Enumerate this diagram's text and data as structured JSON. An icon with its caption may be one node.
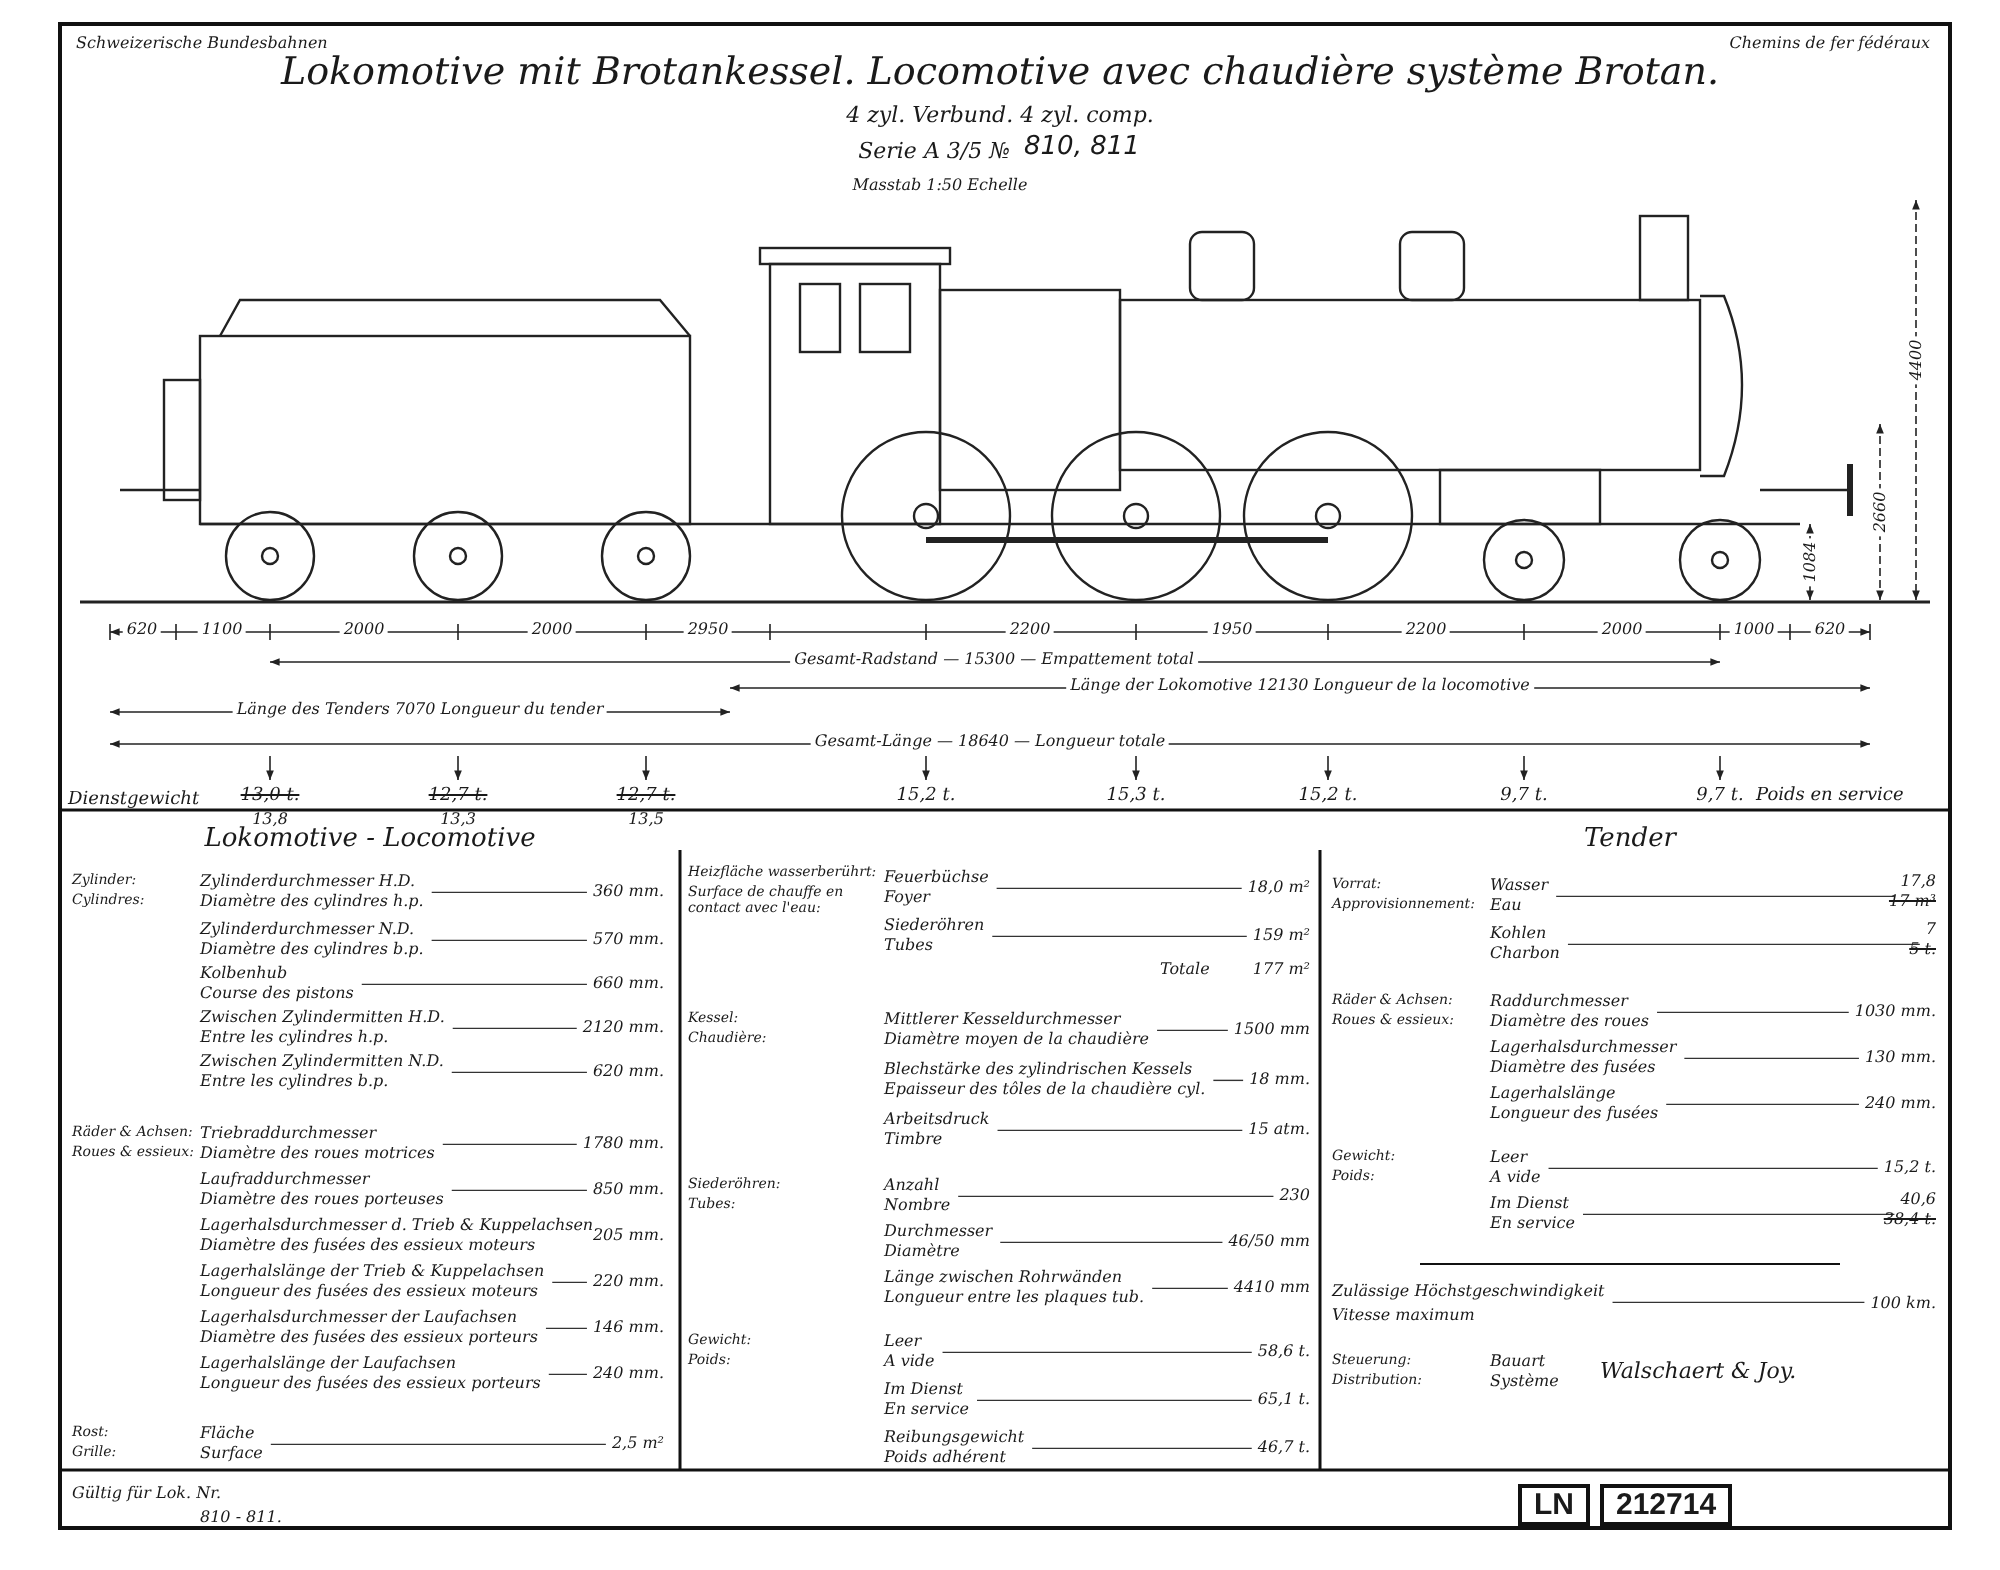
{
  "diagram": {
    "title": "Lokomotive mit Brotankessel. Locomotive avec chaudière système Brotan.",
    "labels": [
      "Schweizerische Bundesbahnen",
      "Chemins de fer fédéraux",
      "4 zyl. Verbund. 4 zyl. comp.",
      "Serie A 3/5 №",
      "810, 811",
      "Masstab 1:50 Echelle",
      "620",
      "1100",
      "2000",
      "2000",
      "2950",
      "2200",
      "1950",
      "2200",
      "2000",
      "1000",
      "620",
      "Gesamt-Radstand — 15300 — Empattement total",
      "Länge der Lokomotive 12130 Longueur de la locomotive",
      "Länge des Tenders 7070 Longueur du tender",
      "Gesamt-Länge — 18640 — Longueur totale",
      "1084",
      "2660",
      "4400",
      "Dienstgewicht",
      "13,0 t.",
      "13,8",
      "12,7 t.",
      "13,3",
      "12,7 t.",
      "13,5",
      "15,2 t.",
      "15,3 t.",
      "15,2 t.",
      "9,7 t.",
      "9,7 t.",
      "Poids en service",
      "Lokomotive - Locomotive",
      "Zylinder:",
      "Cylindres:",
      "Zylinderdurchmesser H.D.",
      "Diamètre des cylindres h.p.",
      "360 mm.",
      "Zylinderdurchmesser N.D.",
      "Diamètre des cylindres b.p.",
      "570 mm.",
      "Kolbenhub",
      "Course des pistons",
      "660 mm.",
      "Zwischen Zylindermitten H.D.",
      "Entre les cylindres h.p.",
      "2120 mm.",
      "Zwischen Zylindermitten N.D.",
      "Entre les cylindres b.p.",
      "620 mm.",
      "Räder & Achsen:",
      "Roues & essieux:",
      "Triebraddurchmesser",
      "Diamètre des roues motrices",
      "1780 mm.",
      "Laufraddurchmesser",
      "Diamètre des roues porteuses",
      "850 mm.",
      "Lagerhalsdurchmesser d. Trieb & Kuppelachsen",
      "Diamètre des fusées des essieux moteurs",
      "205 mm.",
      "Lagerhalslänge der Trieb & Kuppelachsen",
      "Longueur des fusées des essieux moteurs",
      "220 mm.",
      "Lagerhalsdurchmesser der Laufachsen",
      "Diamètre des fusées des essieux porteurs",
      "146 mm.",
      "Lagerhalslänge der Laufachsen",
      "Longueur des fusées des essieux porteurs",
      "240 mm.",
      "Rost:",
      "Grille:",
      "Fläche",
      "Surface",
      "2,5 m²",
      "Gültig für Lok. Nr.",
      "810 - 811.",
      "Heizfläche wasserberührt:",
      "Surface de chauffe en contact avec l'eau:",
      "Feuerbüchse",
      "Foyer",
      "18,0 m²",
      "Siederöhren",
      "Tubes",
      "159 m²",
      "Totale",
      "177 m²",
      "Kessel:",
      "Chaudière:",
      "Mittlerer Kesseldurchmesser",
      "Diamètre moyen de la chaudière",
      "1500 mm",
      "Blechstärke des zylindrischen Kessels",
      "Epaisseur des tôles de la chaudière cyl.",
      "18 mm.",
      "Arbeitsdruck",
      "Timbre",
      "15 atm.",
      "Siederöhren:",
      "Tubes:",
      "Anzahl",
      "Nombre",
      "230",
      "Durchmesser",
      "Diamètre",
      "46/50 mm",
      "Länge zwischen Rohrwänden",
      "Longueur entre les plaques tub.",
      "4410 mm",
      "Gewicht:",
      "Poids:",
      "Leer",
      "A vide",
      "58,6 t.",
      "Im Dienst",
      "En service",
      "65,1 t.",
      "Reibungsgewicht",
      "Poids adhérent",
      "46,7 t.",
      "Tender",
      "Vorrat:",
      "Approvisionnement:",
      "Wasser",
      "Eau",
      "17,8",
      "17 m³",
      "Kohlen",
      "Charbon",
      "7",
      "5 t.",
      "Räder & Achsen:",
      "Roues & essieux:",
      "Raddurchmesser",
      "Diamètre des roues",
      "1030 mm.",
      "Lagerhalsdurchmesser",
      "Diamètre des fusées",
      "130 mm.",
      "Lagerhalslänge",
      "Longueur des fusées",
      "240 mm.",
      "Gewicht:",
      "Poids:",
      "Leer",
      "A vide",
      "15,2 t.",
      "Im Dienst",
      "En service",
      "40,6",
      "38,4 t.",
      "Zulässige Höchstgeschwindigkeit",
      "Vitesse maximum",
      "100 km.",
      "Steuerung:",
      "Distribution:",
      "Bauart",
      "Système",
      "Walschaert & Joy.",
      "LN",
      "212714"
    ]
  }
}
